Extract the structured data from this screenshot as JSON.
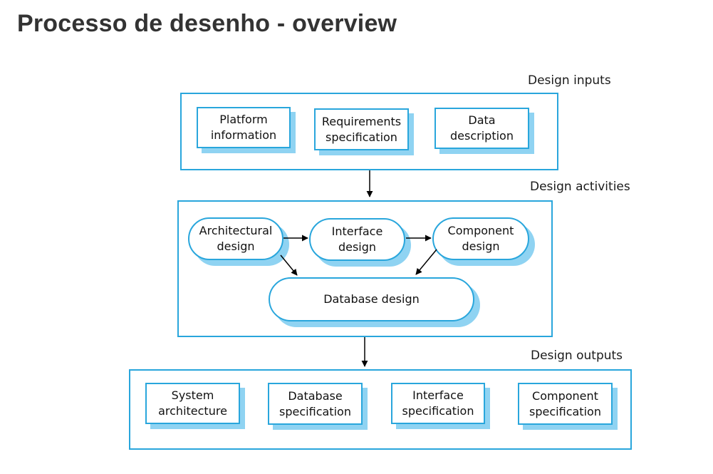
{
  "title": "Processo de desenho - overview",
  "inputs": {
    "label": "Design inputs",
    "items": [
      {
        "text": "Platform\ninformation"
      },
      {
        "text": "Requirements\nspecification"
      },
      {
        "text": "Data\ndescription"
      }
    ]
  },
  "activities": {
    "label": "Design activities",
    "items": [
      {
        "text": "Architectural\ndesign"
      },
      {
        "text": "Interface\ndesign"
      },
      {
        "text": "Component\ndesign"
      },
      {
        "text": "Database design"
      }
    ]
  },
  "outputs": {
    "label": "Design outputs",
    "items": [
      {
        "text": "System\narchitecture"
      },
      {
        "text": "Database\nspecification"
      },
      {
        "text": "Interface\nspecification"
      },
      {
        "text": "Component\nspecification"
      }
    ]
  },
  "colors": {
    "border": "#29a6dc",
    "shadow": "#8fd3f2",
    "arrow": "#000000"
  }
}
